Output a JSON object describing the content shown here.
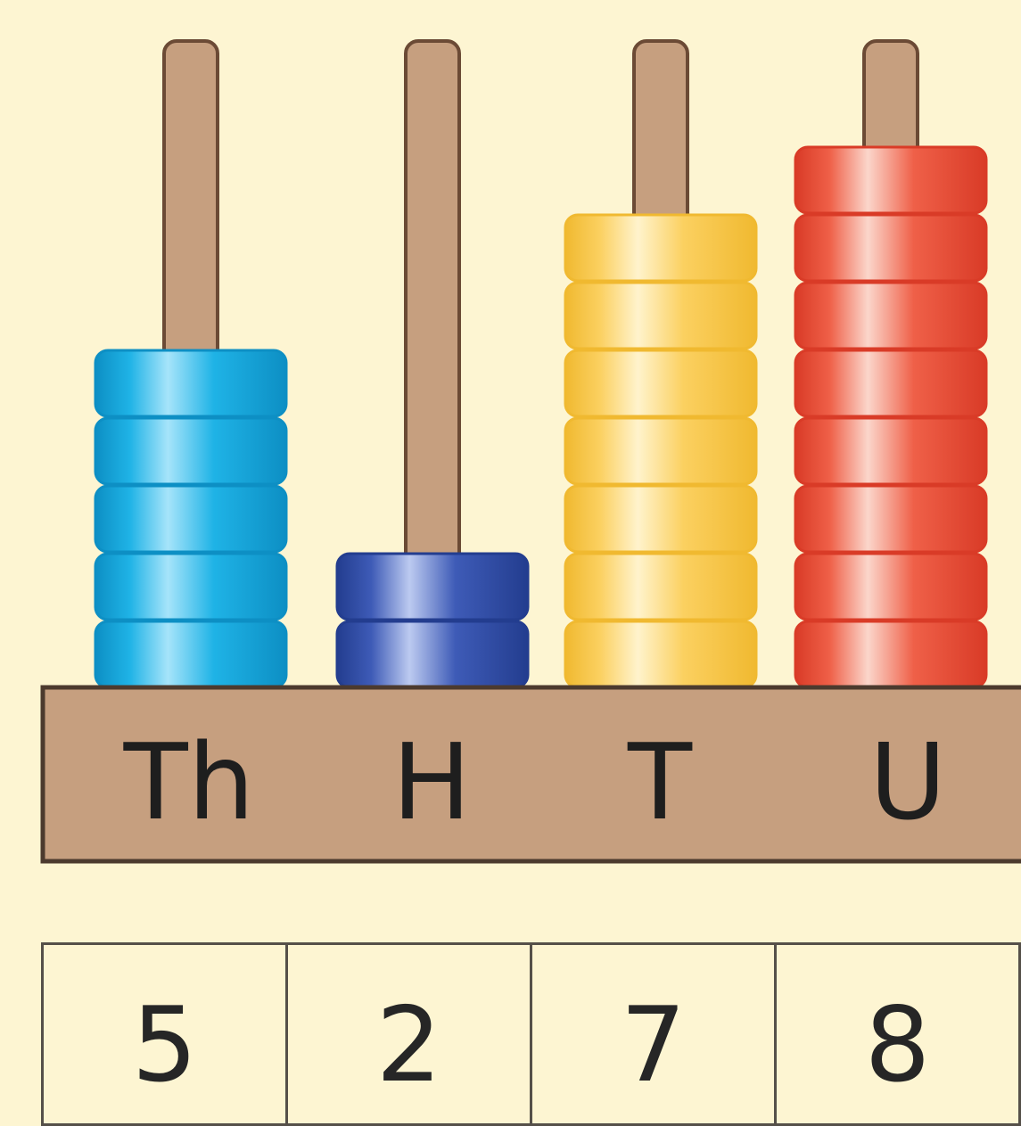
{
  "abacus": {
    "columns": [
      {
        "label": "Th",
        "beads": 5,
        "color": "#1fb3e6",
        "color_dark": "#0d8fc4",
        "color_light": "#a6e4fa"
      },
      {
        "label": "H",
        "beads": 2,
        "color": "#3e5bb7",
        "color_dark": "#233d8f",
        "color_light": "#bccaf0"
      },
      {
        "label": "T",
        "beads": 7,
        "color": "#fbd060",
        "color_dark": "#f0b930",
        "color_light": "#fff3cc"
      },
      {
        "label": "U",
        "beads": 8,
        "color": "#ef6048",
        "color_dark": "#d93b27",
        "color_light": "#fbd6cb"
      }
    ]
  },
  "value_table": {
    "digits": [
      "5",
      "2",
      "7",
      "8"
    ]
  },
  "colors": {
    "background": "#fdf5d2",
    "wood": "#c69f7f"
  }
}
